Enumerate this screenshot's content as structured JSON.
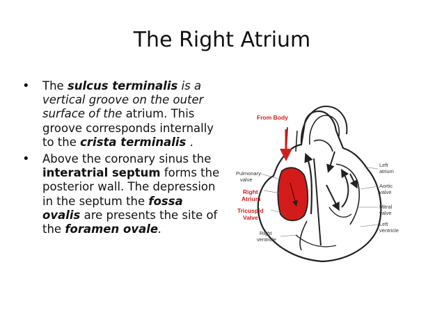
{
  "slide": {
    "title": "The Right Atrium",
    "bullet1": {
      "t1": "The ",
      "t2": "sulcus terminalis",
      "t3": " is a vertical groove on the outer surface of the",
      "t4": " atrium. This groove corresponds internally to the ",
      "t5": "crista terminalis",
      "t6": " ."
    },
    "bullet2": {
      "t1": "Above the coronary sinus the ",
      "t2": "interatrial septum",
      "t3": " forms the posterior wall. The depression in the septum the ",
      "t4": "fossa ovalis",
      "t5": " are presents the site of the ",
      "t6": "foramen ovale",
      "t7": "."
    }
  },
  "diagram": {
    "labels": {
      "from_body": "From Body",
      "pulmonary_valve_1": "Pulmonary",
      "pulmonary_valve_2": "valve",
      "right_atrium_1": "Right",
      "right_atrium_2": "Atrium",
      "tricuspid_1": "Tricuspid",
      "tricuspid_2": "Valve",
      "right_ventricle_1": "Right",
      "right_ventricle_2": "ventricle",
      "left_atrium_1": "Left",
      "left_atrium_2": "atrium",
      "aortic_valve_1": "Aortic",
      "aortic_valve_2": "valve",
      "mitral_valve_1": "Mitral",
      "mitral_valve_2": "valve",
      "left_ventricle_1": "Left",
      "left_ventricle_2": "ventricle"
    },
    "colors": {
      "atrium_fill": "#d41b1b",
      "label_red": "#d41b1b",
      "outline": "#222222"
    }
  }
}
